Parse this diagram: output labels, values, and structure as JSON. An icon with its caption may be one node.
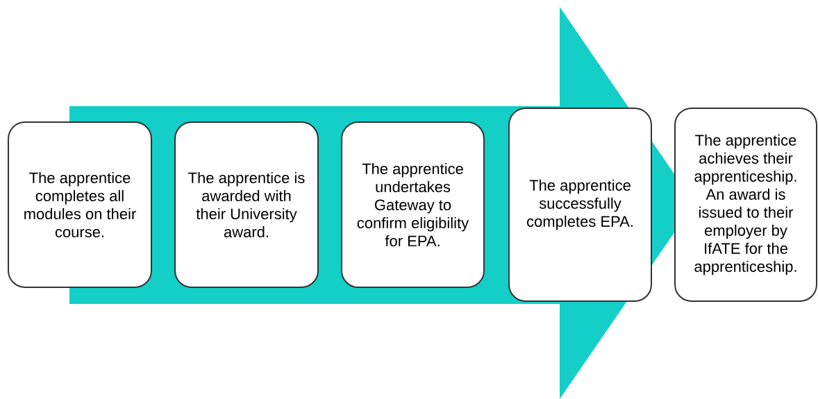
{
  "diagram": {
    "nodes": [
      {
        "text": [
          "The apprentice completes all modules on their course."
        ]
      },
      {
        "text": [
          "The apprentice is awarded with their University award."
        ]
      },
      {
        "text": [
          "The apprentice undertakes Gateway to confirm eligibility for EPA."
        ]
      },
      {
        "text": [
          "The apprentice successfully completes EPA."
        ]
      },
      {
        "text": [
          "The apprentice achieves their apprenticeship. An award is issued to their employer by IfATE for the apprenticeship."
        ]
      }
    ],
    "edges": [
      {
        "from": 0,
        "to": 4,
        "arrow": "to"
      }
    ]
  }
}
